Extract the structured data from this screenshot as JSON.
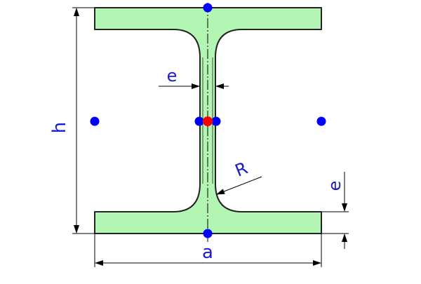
{
  "labels": {
    "height": "h",
    "width": "a",
    "web_thickness": "e",
    "flange_thickness": "e",
    "radius": "R"
  },
  "colors": {
    "fill": "#b3f5b3",
    "outline": "#222222",
    "dimension": "#000000",
    "label": "#1a1ad1",
    "point": "#0000ff",
    "centroid": "#ff0000"
  }
}
